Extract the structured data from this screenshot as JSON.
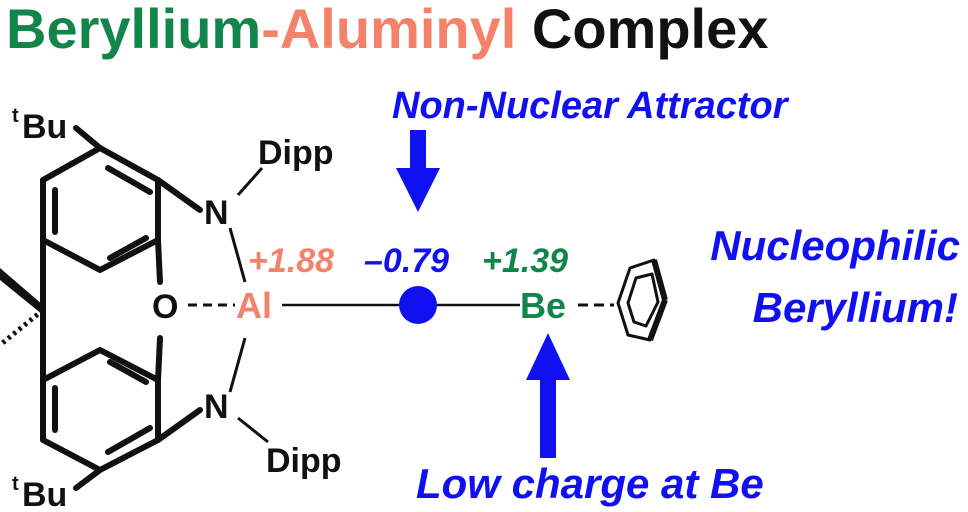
{
  "title": {
    "part1": "Beryllium",
    "sep": "-",
    "part2": "Aluminyl",
    "part3": " Complex"
  },
  "colors": {
    "beryllium": "#12864a",
    "aluminyl": "#f4826a",
    "annotation_blue": "#1010f0",
    "black": "#111111"
  },
  "labels": {
    "tbu_superscript": "t",
    "tbu_text": "Bu",
    "n_atom": "N",
    "o_atom": "O",
    "al_atom": "Al",
    "be_atom": "Be",
    "dipp": "Dipp"
  },
  "charges": {
    "al": "+1.88",
    "nna": "–0.79",
    "be": "+1.39"
  },
  "annotations": {
    "non_nuclear": "Non-Nuclear Attractor",
    "nucleophilic_line1": "Nucleophilic",
    "nucleophilic_line2": "Beryllium!",
    "low_charge": "Low charge at Be"
  },
  "icons": {
    "nna_marker": "non-nuclear-attractor-dot",
    "cp_ring": "cyclopentadienyl-ring",
    "arrows": "arrow-down, arrow-up"
  }
}
